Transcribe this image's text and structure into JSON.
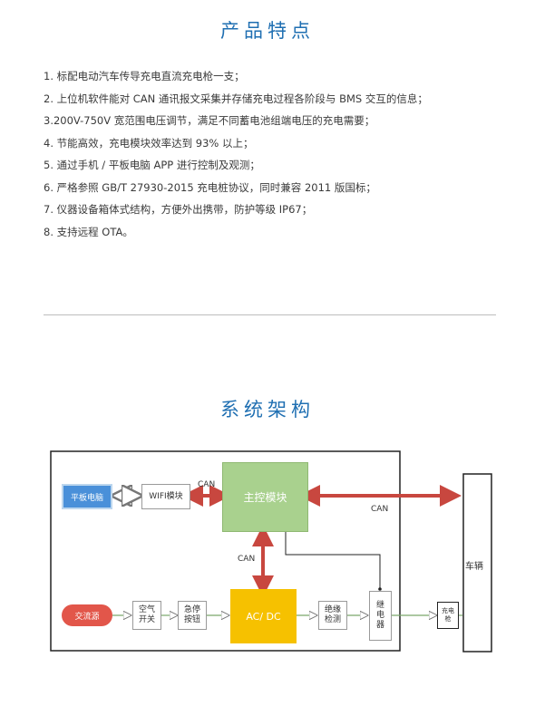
{
  "features_title": "产品特点",
  "features": [
    "1. 标配电动汽车传导充电直流充电枪一支；",
    "2. 上位机软件能对 CAN 通讯报文采集并存储充电过程各阶段与 BMS 交互的信息；",
    "3.200V-750V 宽范围电压调节，满足不同蓄电池组端电压的充电需要；",
    "4. 节能高效，充电模块效率达到 93% 以上；",
    "5. 通过手机 / 平板电脑 APP 进行控制及观测；",
    "6. 严格参照 GB/T 27930-2015 充电桩协议，同时兼容 2011 版国标；",
    "7. 仪器设备箱体式结构，方便外出携带，防护等级 IP67；",
    "8. 支持远程 OTA。"
  ],
  "architecture_title": "系统架构",
  "diagram": {
    "tablet": "平板电脑",
    "wifi": "WIFI模块",
    "main_control": "主控模块",
    "ac_source": "交流源",
    "air_switch": "空气\n开关",
    "emergency_stop": "急停\n按钮",
    "acdc": "AC/ DC",
    "insulation": "绝缘\n检测",
    "relay": "继\n电\n器",
    "charging_gun": "充电\n枪",
    "vehicle": "车辆",
    "can_top": "CAN",
    "can_right": "CAN",
    "can_mid": "CAN"
  },
  "colors": {
    "title": "#1f6fb2",
    "main_control": "#a9d18e",
    "acdc": "#f6c100",
    "tablet": "#4a90d9",
    "ac_source": "#e2564a",
    "arrow": "#c8473f"
  }
}
